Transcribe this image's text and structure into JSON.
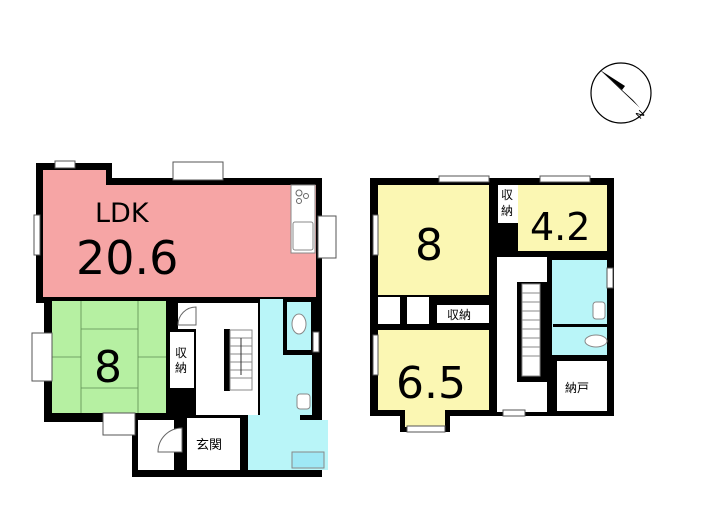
{
  "floor1": {
    "ldk": {
      "name": "LDK",
      "size": "20.6",
      "color": "#f6a5a5"
    },
    "washitsu": {
      "size": "8",
      "color": "#b6f0a2"
    },
    "closet": "収納",
    "entrance": "玄関",
    "wet_color": "#b9f5f8"
  },
  "floor2": {
    "room_a": {
      "size": "8",
      "color": "#fbf7b3"
    },
    "room_b": {
      "size": "4.2",
      "color": "#fbf7b3"
    },
    "room_c": {
      "size": "6.5",
      "color": "#fbf7b3"
    },
    "closet_a": "収納",
    "closet_b": "収納",
    "storage": "納戸",
    "wet_color": "#b9f5f8"
  },
  "compass": {
    "label": "N"
  }
}
